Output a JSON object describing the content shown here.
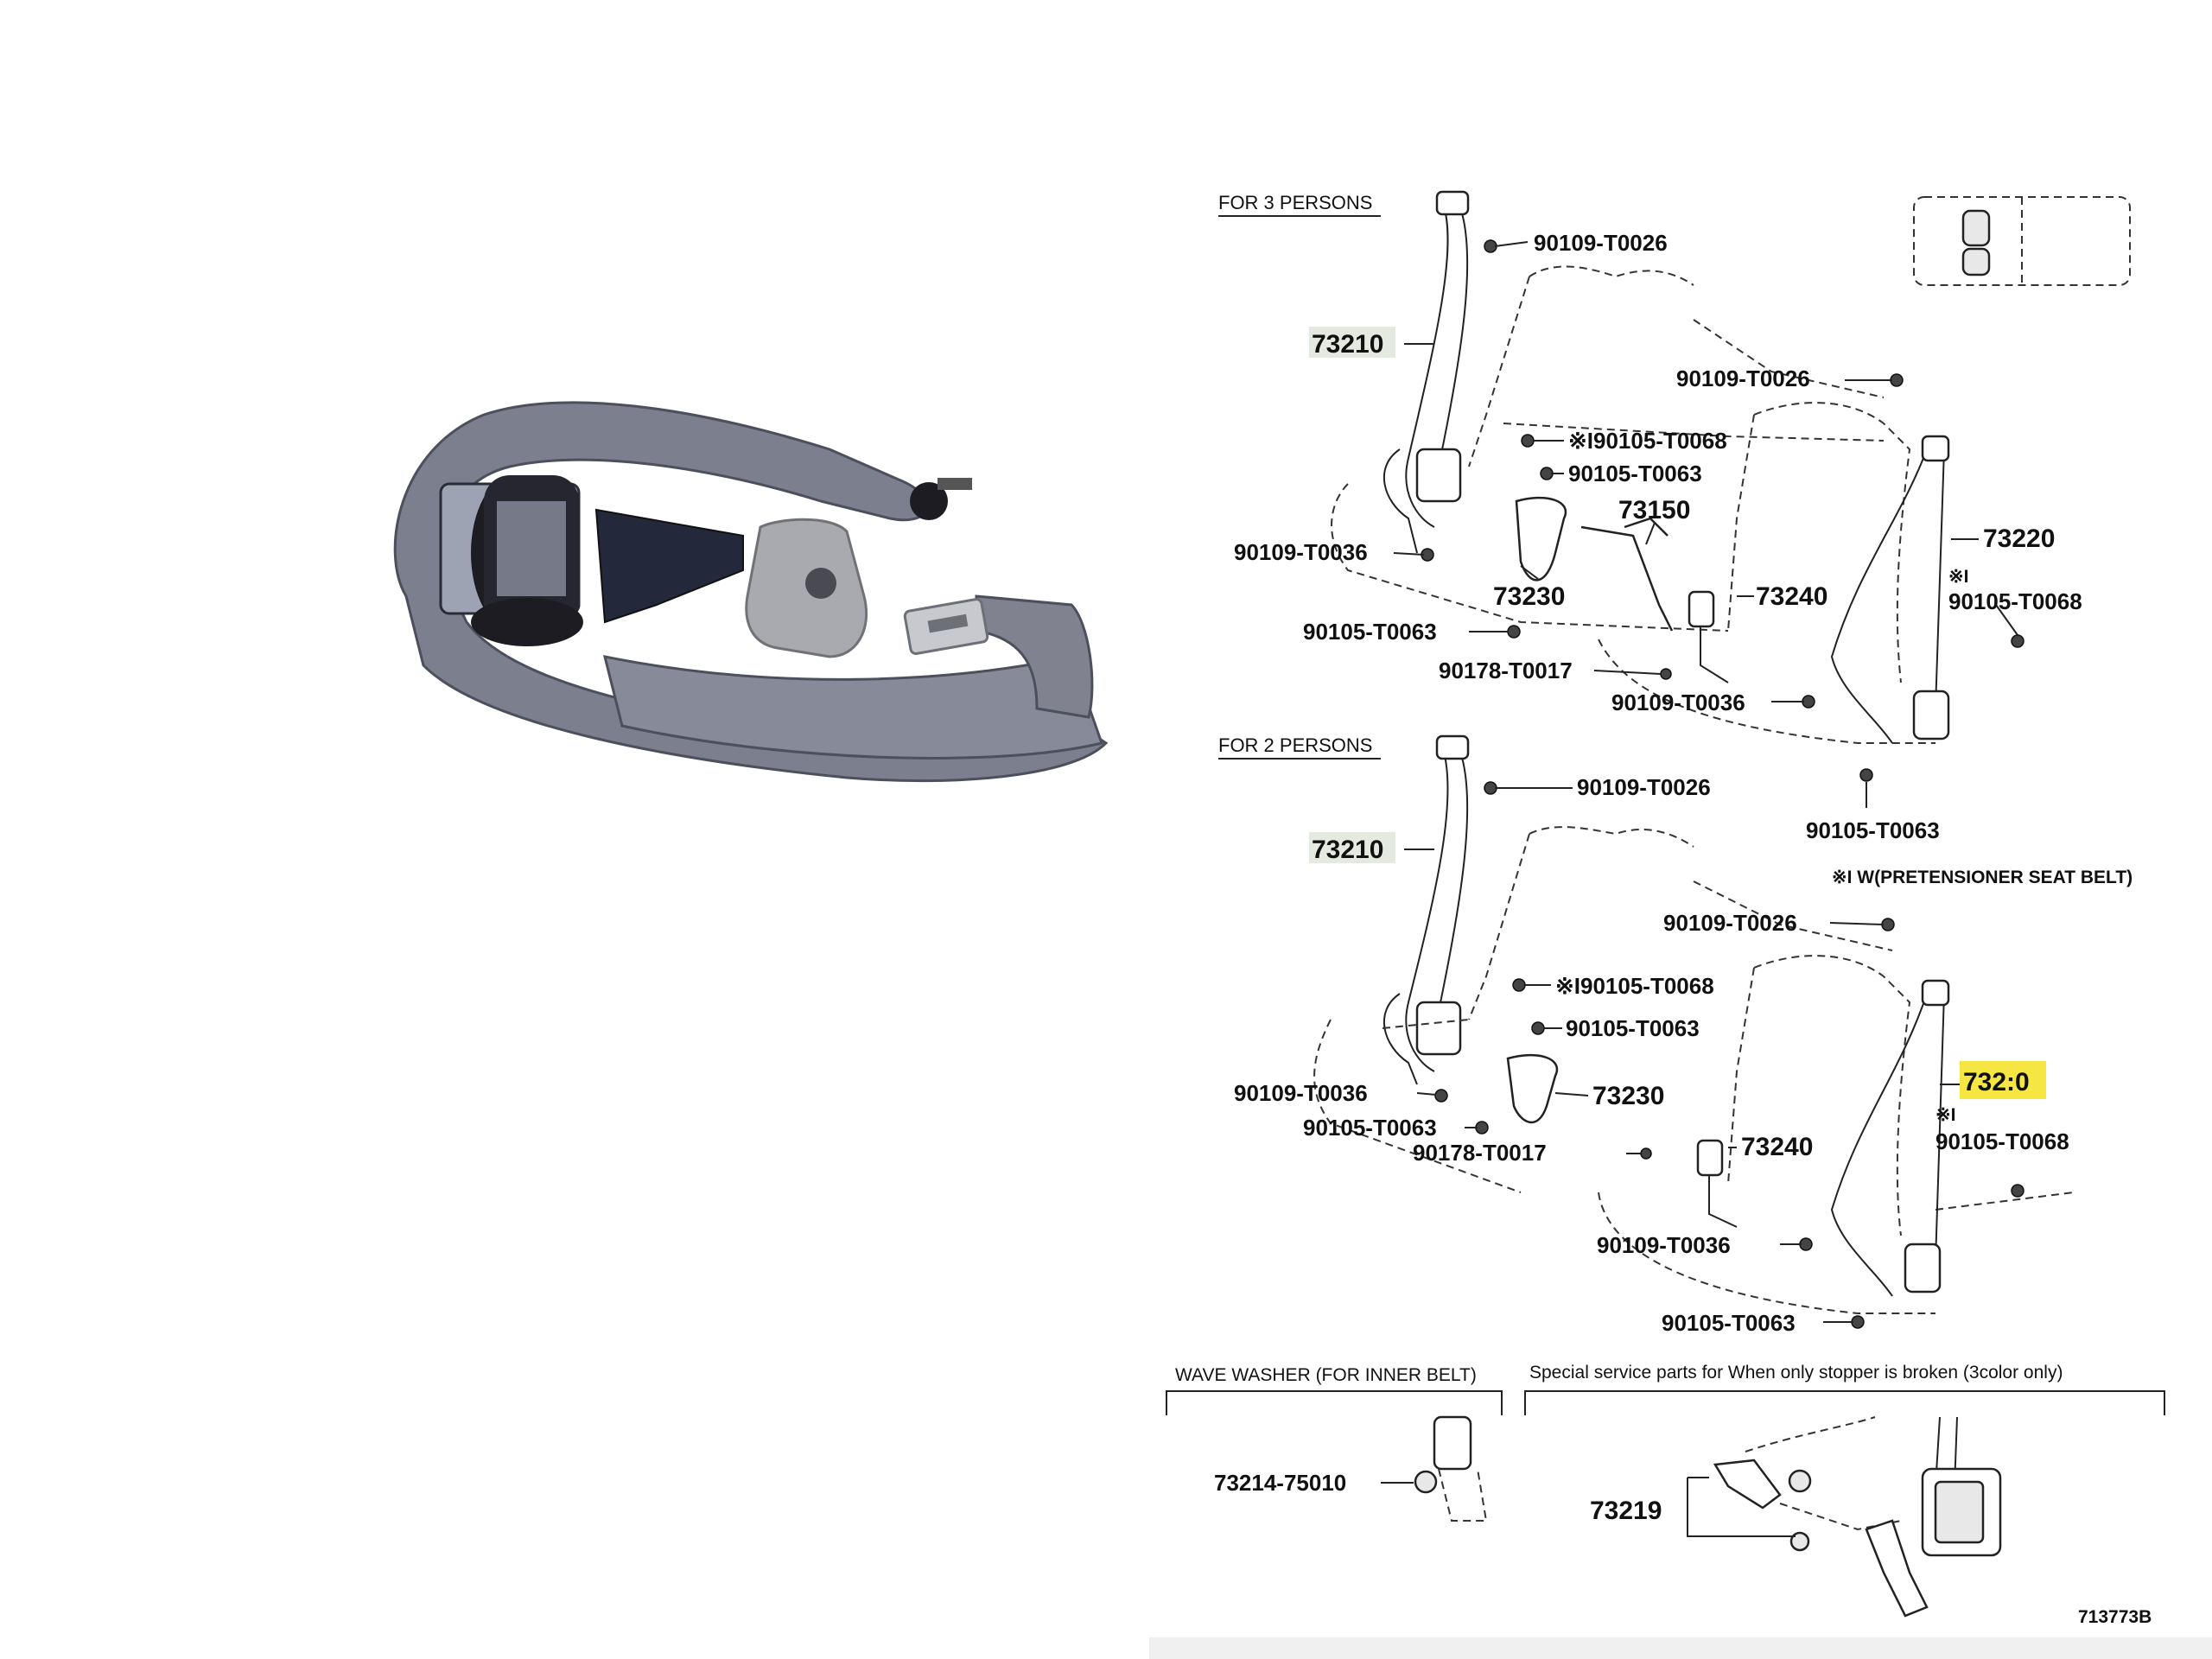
{
  "photo": {
    "subject": "seat-belt-assembly",
    "belt_color": "#7c7f8e",
    "hardware_color": "#1c1c22",
    "buckle_color": "#a9aab0"
  },
  "diagram": {
    "header_3_persons": "FOR 3 PERSONS",
    "header_2_persons": "FOR 2 PERSONS",
    "upper": {
      "p73210": "73210",
      "p90109_t0026_a": "90109-T0026",
      "p90109_t0026_b": "90109-T0026",
      "p90105_t0068_a": "※I90105-T0068",
      "p90105_t0063_a": "90105-T0063",
      "p73150": "73150",
      "p73220": "73220",
      "mark_i": "※I",
      "p90105_t0068_b": "90105-T0068",
      "p90109_t0036_a": "90109-T0036",
      "p73230": "73230",
      "p73240": "73240",
      "p90105_t0063_b": "90105-T0063",
      "p90178_t0017": "90178-T0017",
      "p90109_t0036_b": "90109-T0036",
      "p90105_t0063_c": "90105-T0063"
    },
    "note": "※I W(PRETENSIONER SEAT BELT)",
    "lower": {
      "p73210": "73210",
      "p90109_t0026_a": "90109-T0026",
      "p90109_t0026_b": "90109-T0026",
      "p90105_t0068_a": "※I90105-T0068",
      "p90105_t0063_a": "90105-T0063",
      "p90109_t0036_a": "90109-T0036",
      "p73230": "73230",
      "p90105_t0063_b": "90105-T0063",
      "p73220_highlighted": "732:0",
      "mark_i": "※I",
      "p90105_t0068_b": "90105-T0068",
      "p90178_t0017": "90178-T0017",
      "p73240": "73240",
      "p90109_t0036_b": "90109-T0036",
      "p90105_t0063_c": "90105-T0063"
    },
    "wave_washer_header": "WAVE WASHER (FOR INNER BELT)",
    "special_header": "Special service parts for When only stopper is broken (3color only)",
    "p73214_75010": "73214-75010",
    "p73219": "73219",
    "diagram_id": "713773B",
    "highlight_color": "#f5e642",
    "label_box_color": "#e4eadf"
  }
}
